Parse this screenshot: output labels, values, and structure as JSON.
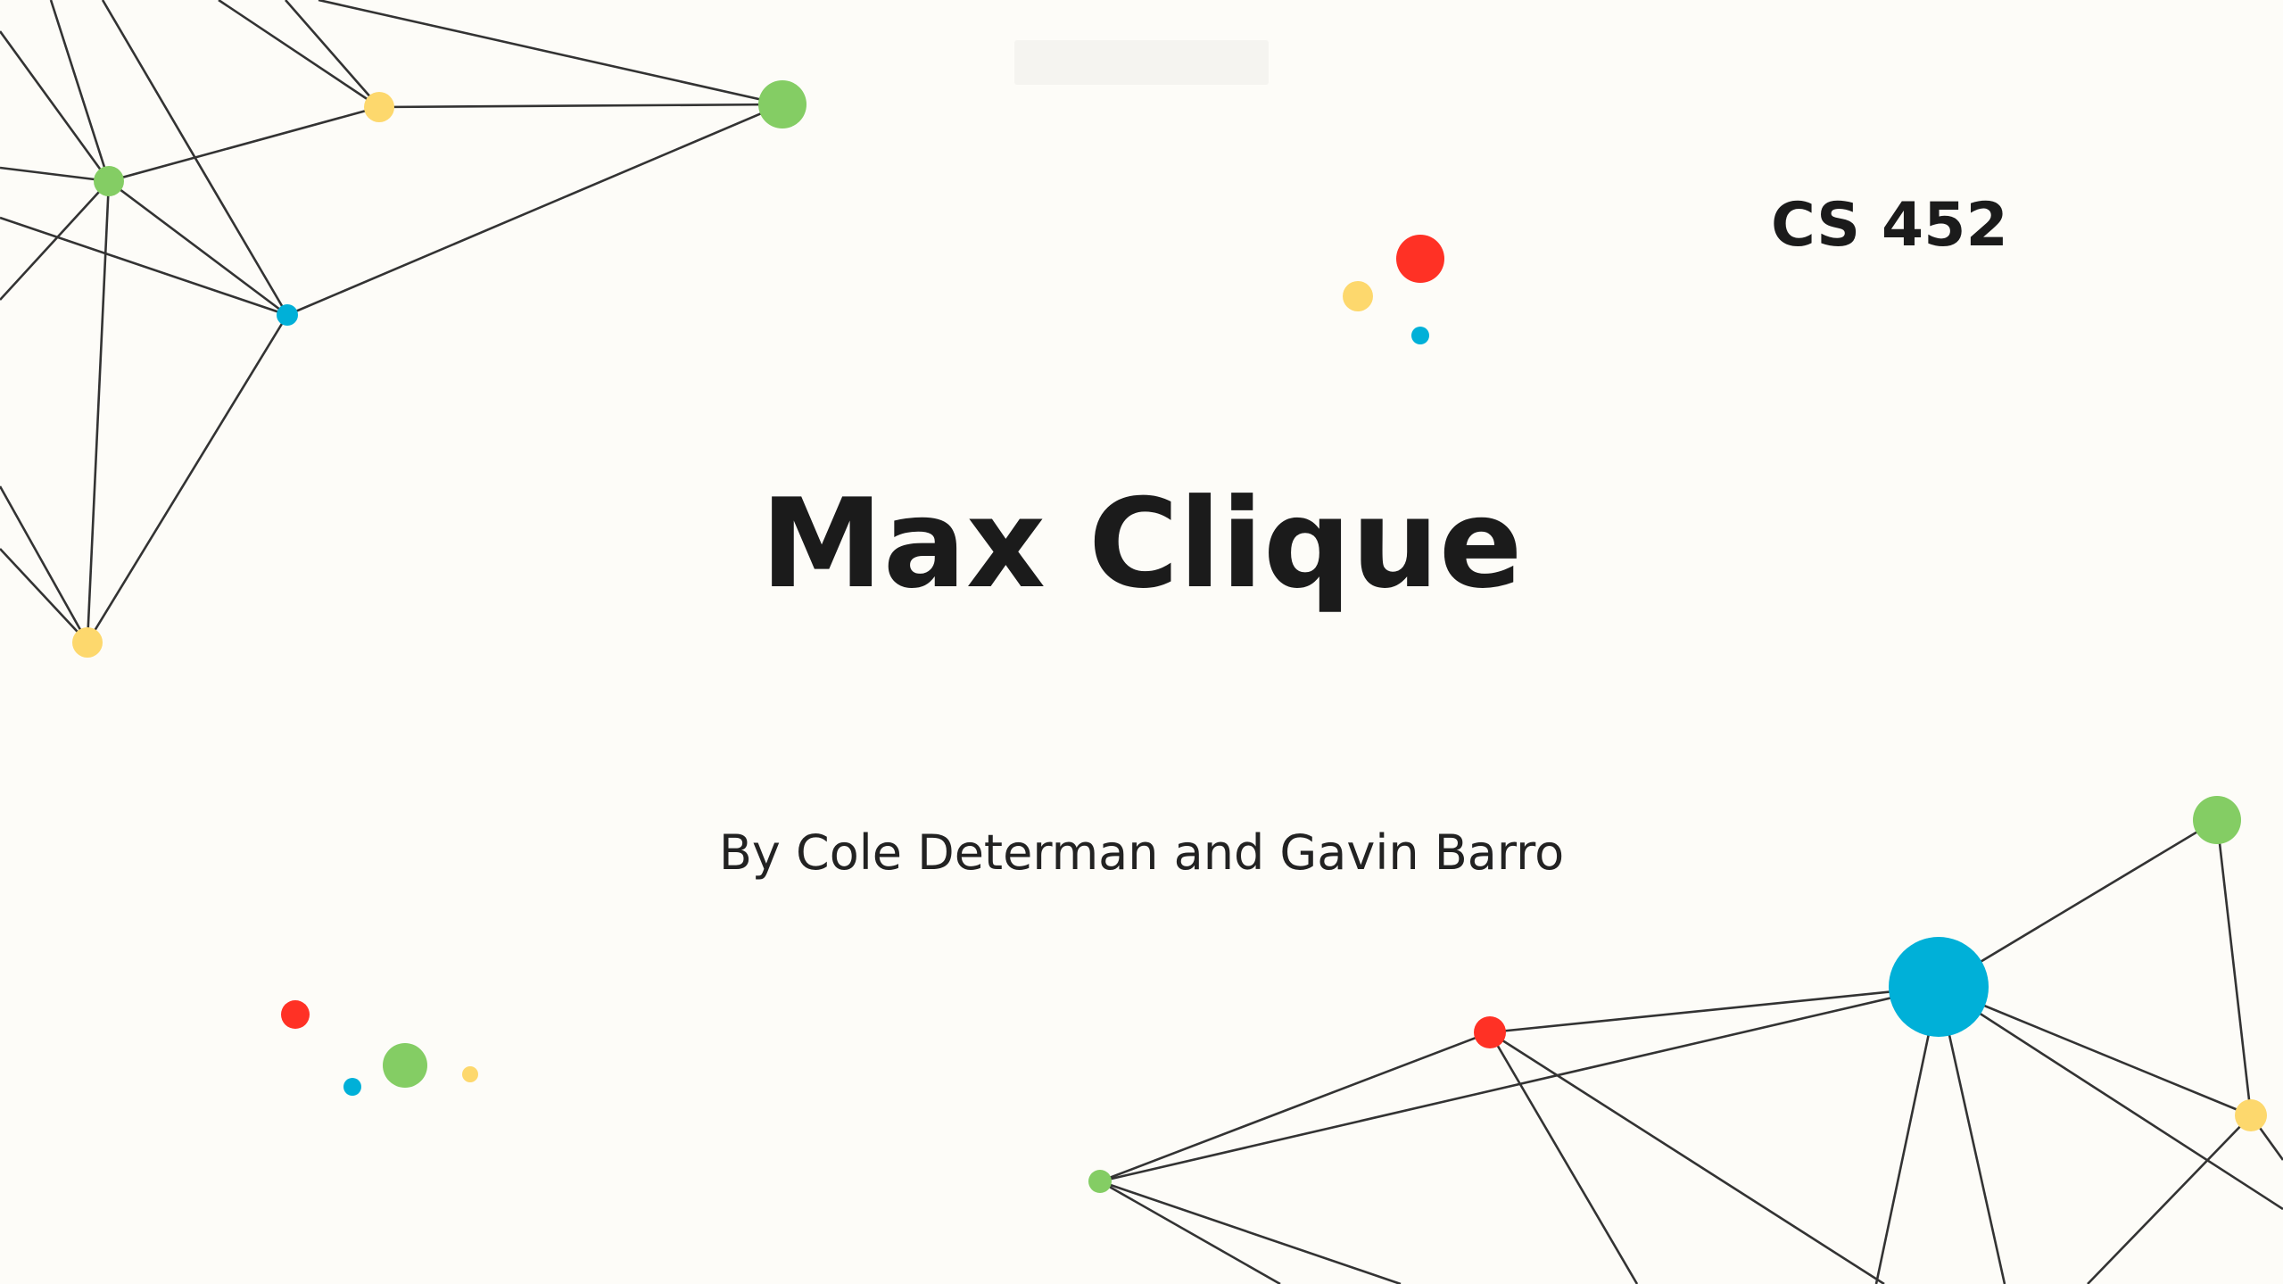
{
  "slide": {
    "course_code": "CS 452",
    "title": "Max Clique",
    "subtitle": "By Cole Determan and Gavin Barro"
  },
  "colors": {
    "background": "#fdfcf8",
    "text": "#1b1b1b",
    "edge": "#333333",
    "green": "#84cd64",
    "yellow": "#fdd86d",
    "blue": "#00b0d8",
    "red": "#ff3125"
  }
}
